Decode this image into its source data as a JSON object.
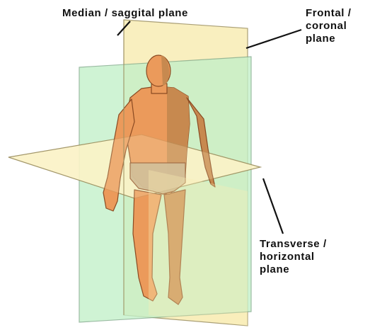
{
  "labels": {
    "median": [
      "Median / saggital plane"
    ],
    "frontal": [
      "Frontal /",
      "coronal",
      "plane"
    ],
    "transverse": [
      "Transverse /",
      "horizontal",
      "plane"
    ]
  },
  "colors": {
    "median_plane": "#f8edb5",
    "frontal_plane": "#c2f0c8",
    "transverse_plane": "#fbf3c8",
    "plane_edge": "#9c8f5e",
    "skin_light": "#eb9a5b",
    "skin_dark": "#c7894f",
    "body_outline": "#8a4a22",
    "label_text": "#111111"
  }
}
